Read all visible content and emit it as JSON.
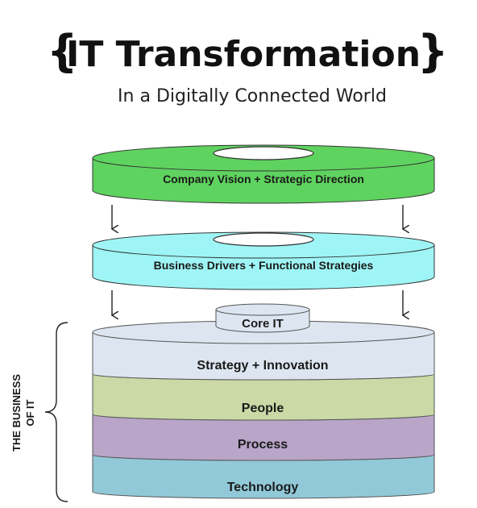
{
  "header": {
    "brace_open": "{",
    "title": "IT Transformation",
    "brace_close": "}",
    "subtitle": "In a Digitally Connected World"
  },
  "discs": {
    "vision": {
      "label": "Company Vision + Strategic Direction",
      "color": "#5fd35f"
    },
    "drivers": {
      "label": "Business Drivers + Functional Strategies",
      "color": "#9ff5f5"
    }
  },
  "stack": {
    "core": {
      "label": "Core IT"
    },
    "layers": [
      {
        "label": "Strategy + Innovation",
        "color": "#dde6f0"
      },
      {
        "label": "People",
        "color": "#cad9a6"
      },
      {
        "label": "Process",
        "color": "#b8a5c8"
      },
      {
        "label": "Technology",
        "color": "#92c9d8"
      }
    ]
  },
  "side_label": {
    "line1": "THE BUSINESS",
    "line2": "OF IT"
  },
  "icons": [
    "arrow-down-icon",
    "curly-brace-icon"
  ]
}
